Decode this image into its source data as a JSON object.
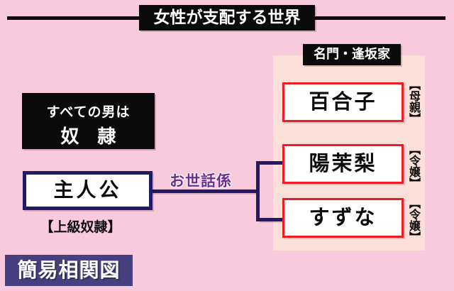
{
  "title": {
    "text": "女性が支配する世界"
  },
  "world_rule": {
    "line1": "すべての男は",
    "line2": "奴　隷"
  },
  "protagonist": {
    "name": "主人公",
    "rank": "【上級奴隷】"
  },
  "relation": {
    "label": "お世話係"
  },
  "family": {
    "label": "名門・逢坂家",
    "members": [
      {
        "name": "百合子",
        "role": "【母親】"
      },
      {
        "name": "陽茉梨",
        "role": "【令嬢】"
      },
      {
        "name": "すずな",
        "role": "【令嬢】"
      }
    ]
  },
  "footer": {
    "label": "簡易相関図"
  },
  "colors": {
    "background": "#f9c9dd",
    "panel": "#fcdfd8",
    "banner_black": "#0b0b0b",
    "member_border_red": "#ee1c25",
    "connector_navy": "#221a63",
    "caretaker_purple": "#6d2c91",
    "footer_badge": "#46407e"
  }
}
